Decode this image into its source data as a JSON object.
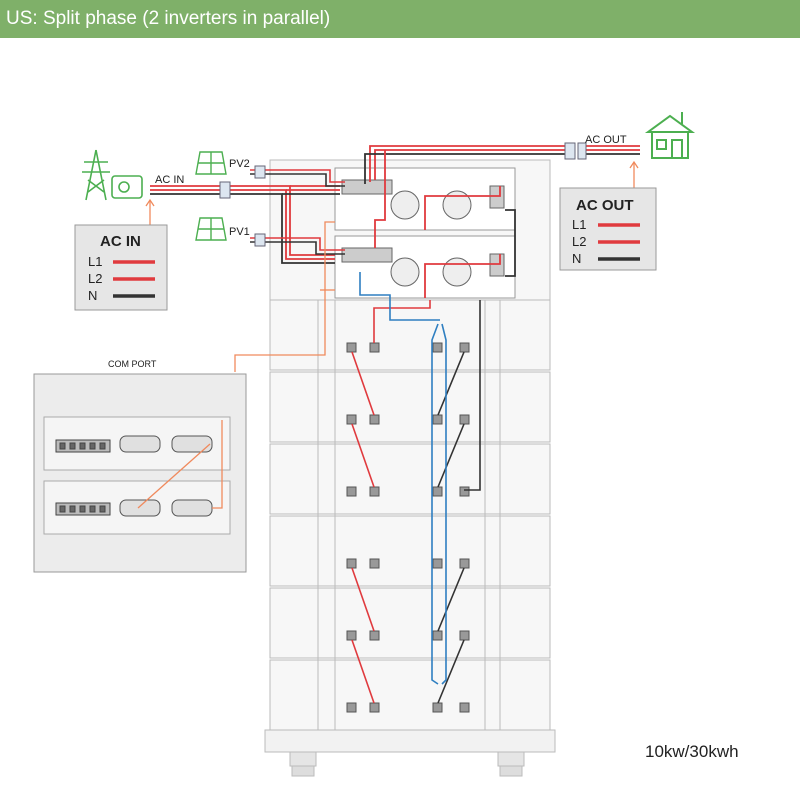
{
  "header": {
    "title": "US: Split phase (2 inverters in parallel)"
  },
  "labels": {
    "ac_in": "AC IN",
    "ac_out": "AC OUT",
    "pv1": "PV1",
    "pv2": "PV2",
    "com_port": "COM PORT",
    "capacity": "10kw/30kwh"
  },
  "ac_in_legend": {
    "title": "AC IN",
    "items": [
      {
        "label": "L1",
        "color": "#e03a3e"
      },
      {
        "label": "L2",
        "color": "#e03a3e"
      },
      {
        "label": "N",
        "color": "#333333"
      }
    ]
  },
  "ac_out_legend": {
    "title": "AC OUT",
    "items": [
      {
        "label": "L1",
        "color": "#e03a3e"
      },
      {
        "label": "L2",
        "color": "#e03a3e"
      },
      {
        "label": "N",
        "color": "#333333"
      }
    ]
  },
  "colors": {
    "header": "#7fb069",
    "line_red": "#e03a3e",
    "line_black": "#333333",
    "line_blue": "#2f7fc1",
    "line_orange": "#f08a5d",
    "icon_green": "#4caf50"
  }
}
